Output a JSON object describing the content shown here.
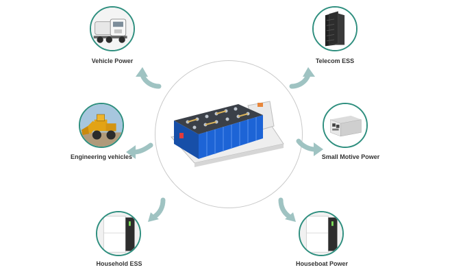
{
  "applications": {
    "vehicle_power": {
      "label": "Vehicle Power",
      "icon": "truck-icon"
    },
    "telecom_ess": {
      "label": "Telecom ESS",
      "icon": "telecom-cabinet-icon"
    },
    "engineering_vehicles": {
      "label": "Engineering vehicles",
      "icon": "wheel-loader-icon"
    },
    "small_motive_power": {
      "label": "Small Motive Power",
      "icon": "power-unit-icon"
    },
    "household_ess": {
      "label": "Household ESS",
      "icon": "wall-battery-icon"
    },
    "houseboat_power": {
      "label": "Houseboat Power",
      "icon": "wall-battery-icon"
    }
  },
  "center": {
    "icon": "battery-pack-icon"
  },
  "colors": {
    "accent": "#2f8f7f",
    "arrow": "#9fc3c2",
    "ring": "#c9c9c9",
    "battery_blue": "#1d64d6"
  }
}
